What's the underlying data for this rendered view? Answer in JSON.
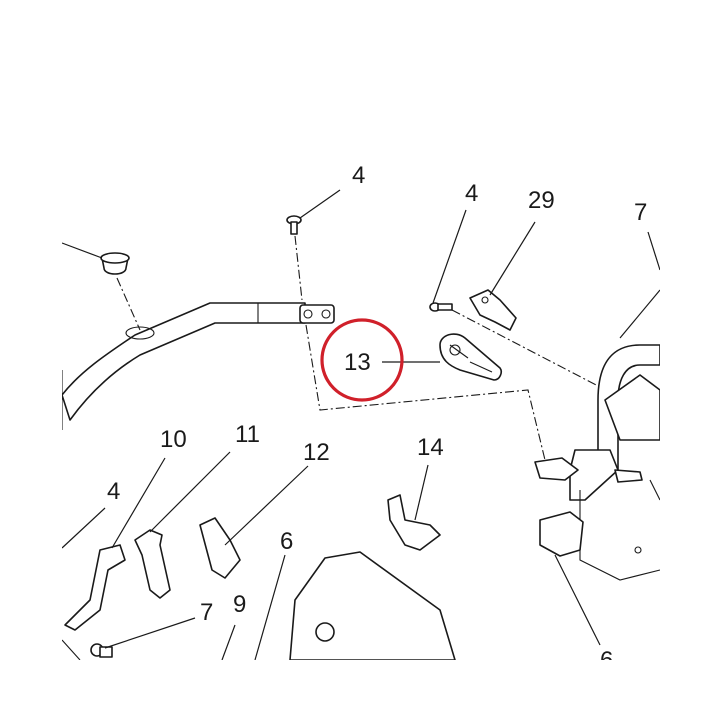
{
  "callouts": [
    {
      "id": "c4a",
      "label": "4"
    },
    {
      "id": "c4b",
      "label": "4"
    },
    {
      "id": "c29",
      "label": "29"
    },
    {
      "id": "c7a",
      "label": "7"
    },
    {
      "id": "c13",
      "label": "13"
    },
    {
      "id": "c10",
      "label": "10"
    },
    {
      "id": "c11",
      "label": "11"
    },
    {
      "id": "c12",
      "label": "12"
    },
    {
      "id": "c14",
      "label": "14"
    },
    {
      "id": "c4c",
      "label": "4"
    },
    {
      "id": "c6a",
      "label": "6"
    },
    {
      "id": "c7b",
      "label": "7"
    },
    {
      "id": "c9",
      "label": "9"
    },
    {
      "id": "c6b",
      "label": "6"
    }
  ],
  "highlighted_callout": "13",
  "colors": {
    "line": "#1a1a1a",
    "highlight": "#d0202a",
    "background": "#ffffff"
  }
}
